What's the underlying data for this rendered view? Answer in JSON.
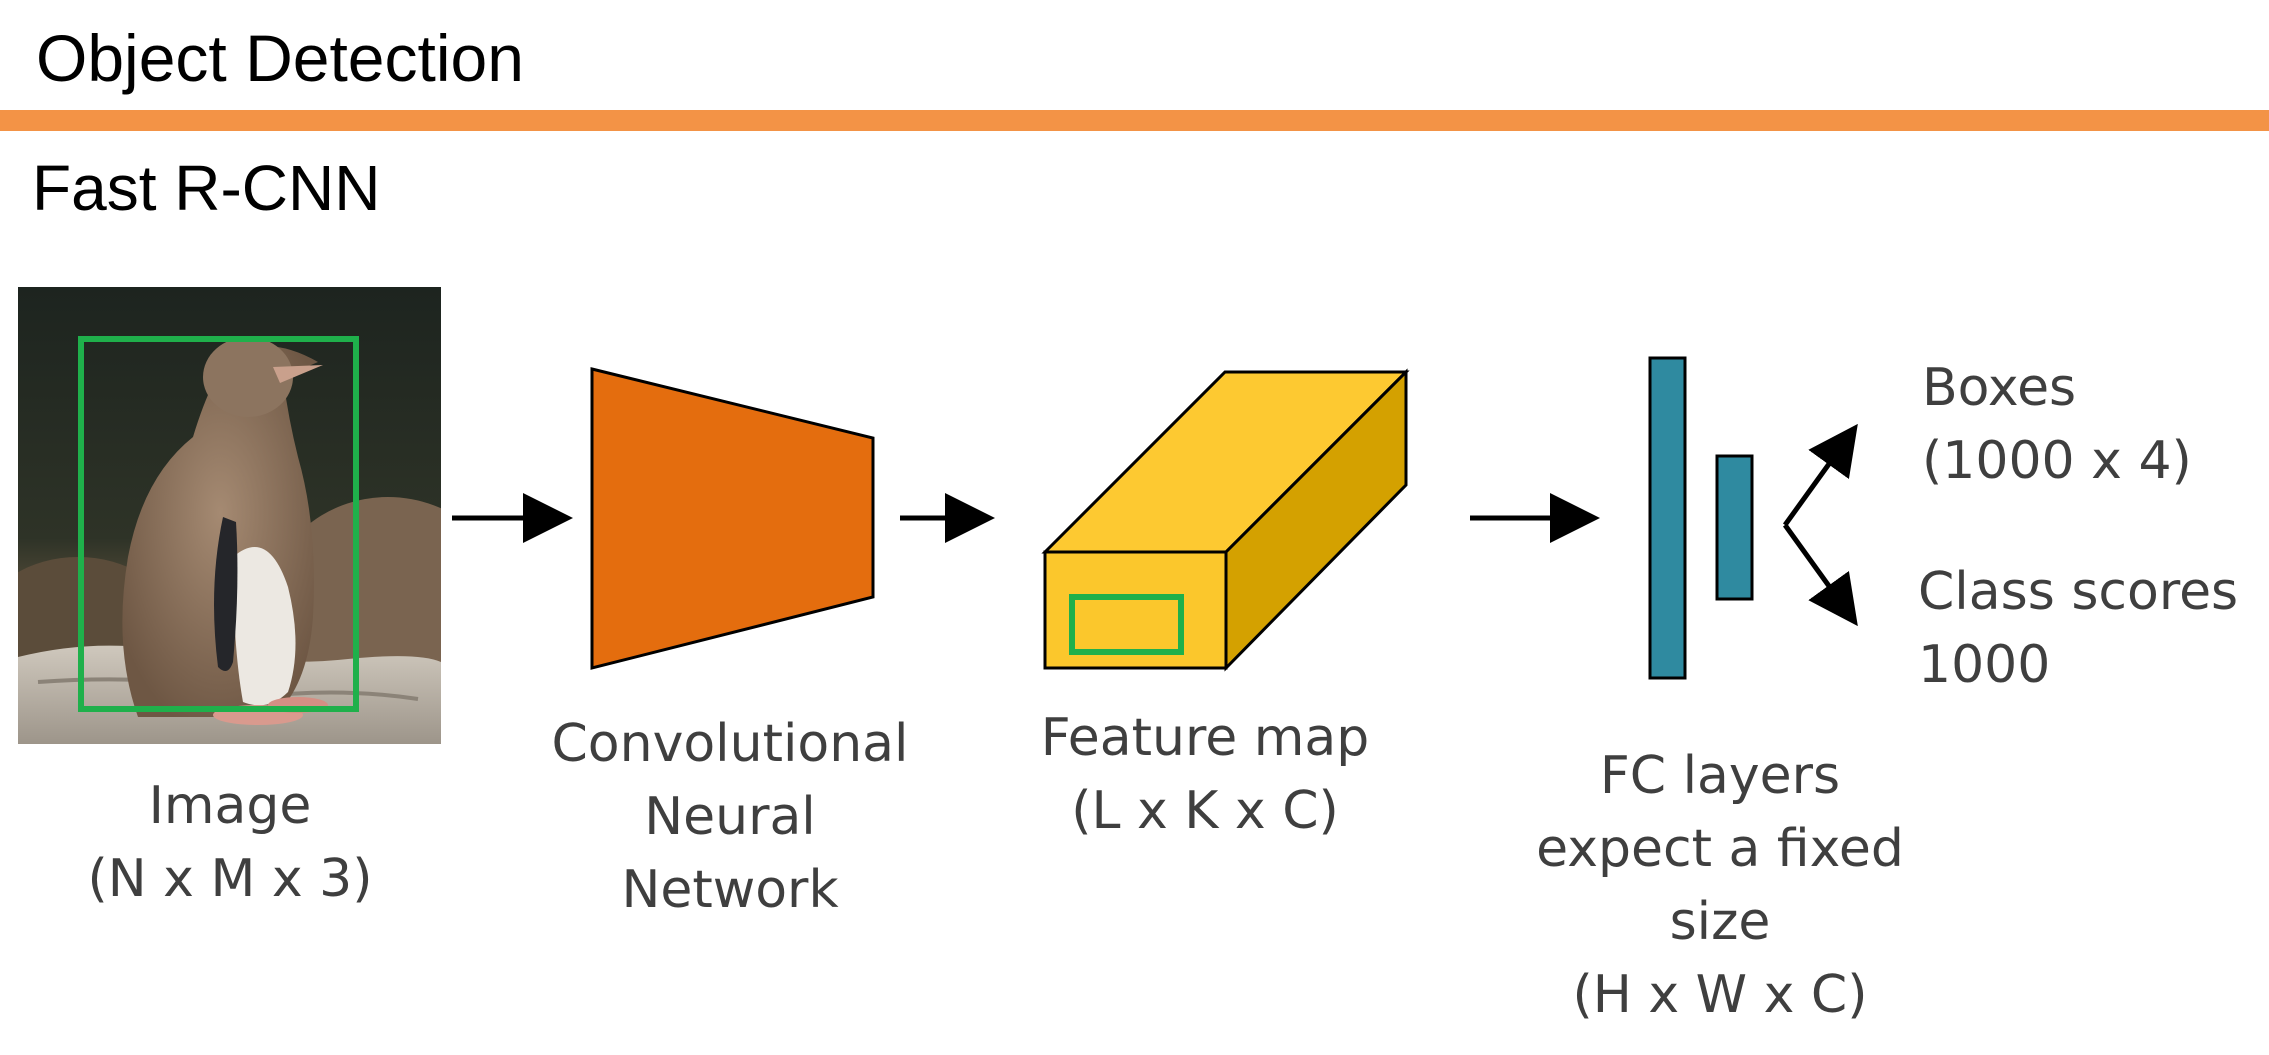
{
  "slide": {
    "title": "Object Detection",
    "subtitle": "Fast R-CNN",
    "accent_color": "#f39346"
  },
  "pipeline": {
    "image": {
      "caption_line1": "Image",
      "caption_line2": "(N x M x 3)",
      "box_color": "#1fb04b"
    },
    "cnn": {
      "caption_line1": "Convolutional",
      "caption_line2": "Neural",
      "caption_line3": "Network",
      "color": "#e46d0e"
    },
    "feature_map": {
      "caption_line1": "Feature map",
      "caption_line2": "(L x K x C)",
      "front_color": "#fbc72c",
      "top_color": "#fdc931",
      "side_color": "#d4a100",
      "roi_color": "#1fb04b"
    },
    "fc_layers": {
      "caption_line1": "FC layers",
      "caption_line2": "expect a fixed",
      "caption_line3": "size",
      "caption_line4": "(H x W x C)",
      "color": "#2f8aa0"
    },
    "outputs": {
      "boxes_label": "Boxes",
      "boxes_shape": "(1000 x 4)",
      "scores_label": "Class scores",
      "scores_shape": "1000"
    }
  }
}
